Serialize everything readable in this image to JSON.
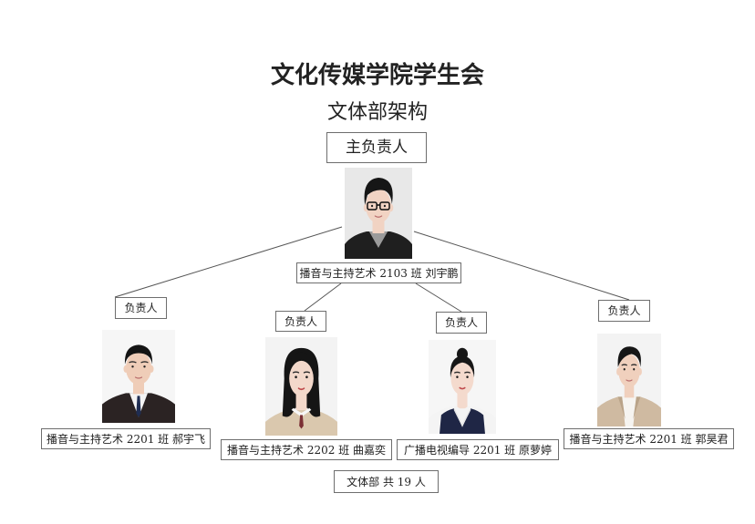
{
  "title": "文化传媒学院学生会",
  "subtitle": "文体部架构",
  "colors": {
    "text": "#222222",
    "border": "#6e6e6e",
    "line": "#555555",
    "background": "#ffffff"
  },
  "head": {
    "role": "主负责人",
    "label": "播音与主持艺术 2103 班 刘宇鹏",
    "photo": {
      "bg": "#e8e8e8",
      "hair": "#161616",
      "skin": "#f1d3c3",
      "clothing": "#1f1f1f",
      "inner": "#9b9b9b"
    }
  },
  "members": [
    {
      "role": "负责人",
      "label": "播音与主持艺术 2201 班 郝宇飞",
      "photo": {
        "bg": "#f6f6f6",
        "hair": "#141414",
        "skin": "#efcdb8",
        "clothing": "#2b2323",
        "inner": "#f4f4f4",
        "accent": "#1f2d52"
      }
    },
    {
      "role": "负责人",
      "label": "播音与主持艺术 2202 班 曲嘉奕",
      "photo": {
        "bg": "#f3f3f3",
        "hair": "#151515",
        "skin": "#f3d8ca",
        "clothing": "#dac8ae",
        "inner": "#f7f7f7",
        "accent": "#7b2f35"
      }
    },
    {
      "role": "负责人",
      "label": "广播电视编导 2201 班 原萝婷",
      "photo": {
        "bg": "#f6f6f6",
        "hair": "#171717",
        "skin": "#f4dacd",
        "clothing": "#1f2645",
        "inner": "#f4f4f4",
        "accent": "#e6e6e6"
      }
    },
    {
      "role": "负责人",
      "label": "播音与主持艺术 2201 班 郭昊君",
      "photo": {
        "bg": "#f3f3f3",
        "hair": "#161616",
        "skin": "#f0d0bd",
        "clothing": "#cfbaa1",
        "inner": "#f6f4f0",
        "accent": "#b9a388"
      }
    }
  ],
  "footer": "文体部 共 19 人"
}
